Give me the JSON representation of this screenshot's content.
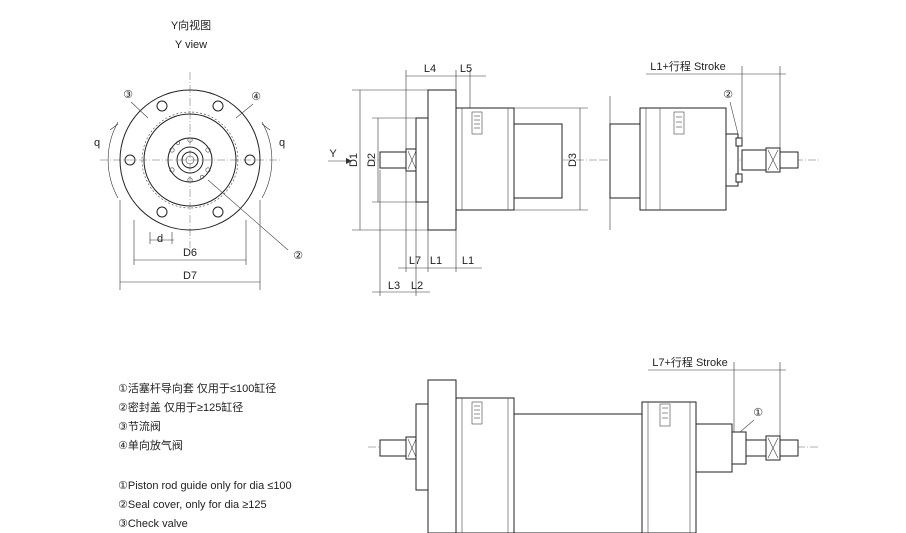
{
  "y_view": {
    "title_cn": "Y向视图",
    "title_en": "Y view",
    "labels": {
      "valve3": "③",
      "valve4": "④",
      "q_left": "q",
      "q_right": "q",
      "d": "d",
      "d6": "D6",
      "d7": "D7",
      "seal2": "②"
    }
  },
  "side_view": {
    "labels": {
      "l4": "L4",
      "l5": "L5",
      "y": "Y",
      "d1": "D1",
      "d2": "D2",
      "d3": "D3",
      "l7": "L7",
      "l1a": "L1",
      "l1b": "L1",
      "l3": "L3",
      "l2": "L2"
    }
  },
  "right_view": {
    "stroke_label": "L1+行程 Stroke",
    "marker": "②"
  },
  "bottom_view": {
    "stroke_label": "L7+行程 Stroke",
    "marker": "①"
  },
  "legend": {
    "cn": [
      "①活塞杆导向套   仅用于≤100缸径",
      "②密封盖   仅用于≥125缸径",
      "③节流阀",
      "④单向放气阀"
    ],
    "en": [
      "①Piston rod guide only for dia ≤100",
      "②Seal cover, only for dia ≥125",
      "③Check valve"
    ]
  }
}
